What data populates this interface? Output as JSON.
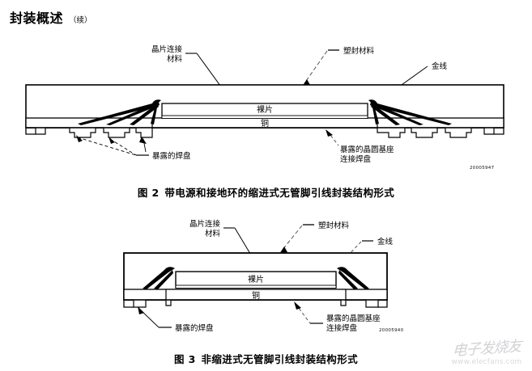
{
  "header": {
    "title": "封装概述",
    "continued": "（续）"
  },
  "figures": [
    {
      "id": "figure-2",
      "number": "图 2",
      "caption": "带电源和接地环的缩进式无管脚引线封装结构形式",
      "drawing_id": "20005947",
      "labels": {
        "die_attach": "晶片连接\n材料",
        "die_attach_line1": "晶片连接",
        "die_attach_line2": "材料",
        "mold_compound": "塑封材料",
        "gold_wire": "金线",
        "die": "裸片",
        "copper": "铜",
        "exposed_pads": "暴露的焊盘",
        "exposed_die_paddle_line1": "暴露的晶圆基座",
        "exposed_die_paddle_line2": "连接焊盘"
      }
    },
    {
      "id": "figure-3",
      "number": "图 3",
      "caption": "非缩进式无管脚引线封装结构形式",
      "drawing_id": "20005940",
      "labels": {
        "die_attach_line1": "晶片连接",
        "die_attach_line2": "材料",
        "mold_compound": "塑封材料",
        "gold_wire": "金线",
        "die": "裸片",
        "copper": "铜",
        "exposed_pads": "暴露的焊盘",
        "exposed_die_paddle_line1": "暴露的晶圆基座",
        "exposed_die_paddle_line2": "连接焊盘"
      }
    }
  ],
  "watermark": {
    "brand": "电子发烧友",
    "url": "www.elecfans.com"
  },
  "colors": {
    "ink": "#000000",
    "paper": "#ffffff",
    "leader": "#1a1a1a",
    "watermark": "#9a9aa4"
  }
}
